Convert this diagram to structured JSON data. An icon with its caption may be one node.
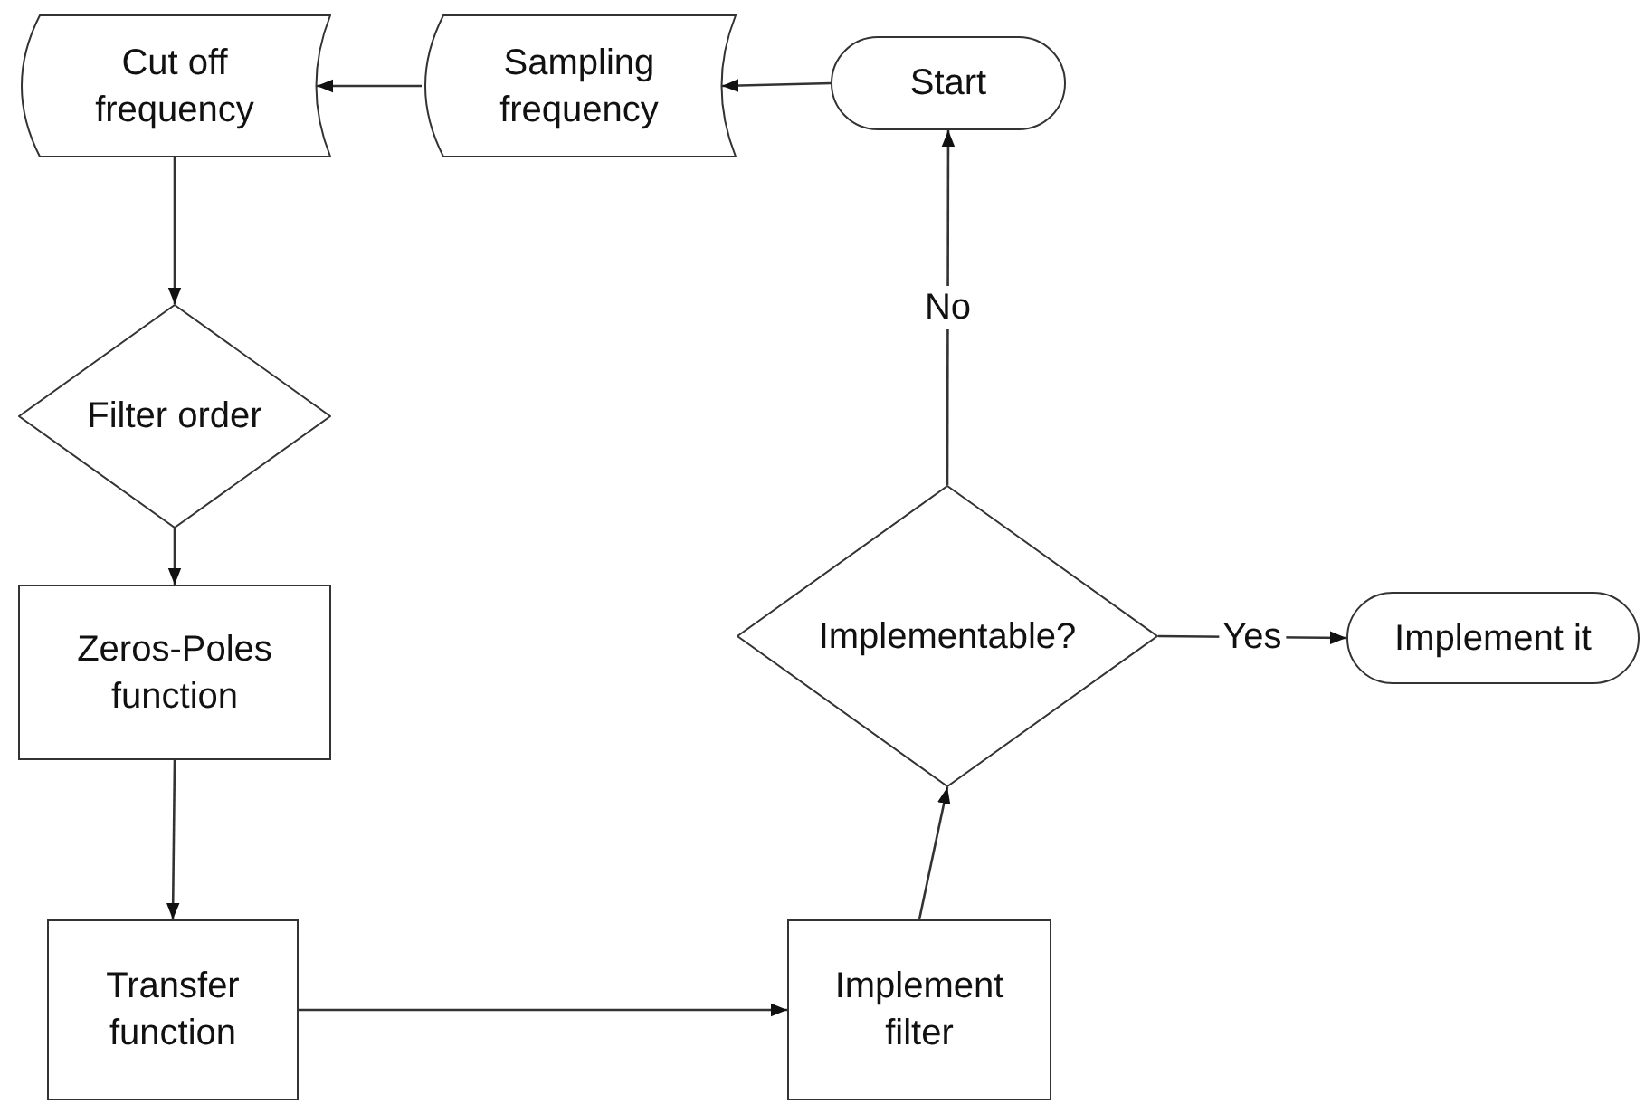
{
  "diagram": {
    "nodes": [
      {
        "text": [
          "Start"
        ]
      },
      {
        "text": [
          "Sampling frequency"
        ]
      },
      {
        "text": [
          "Cut off frequency"
        ]
      },
      {
        "text": [
          "Filter order"
        ]
      },
      {
        "text": [
          "Zeros-Poles function"
        ]
      },
      {
        "text": [
          "Transfer function"
        ]
      },
      {
        "text": [
          "Implement filter"
        ]
      },
      {
        "text": [
          "Implementable?"
        ]
      },
      {
        "text": [
          "Implement it"
        ]
      }
    ],
    "edges": [
      {
        "from": 0,
        "to": 1,
        "arrow": "to"
      },
      {
        "from": 1,
        "to": 2,
        "arrow": "to"
      },
      {
        "from": 2,
        "to": 3,
        "arrow": "to"
      },
      {
        "from": 3,
        "to": 4,
        "arrow": "to"
      },
      {
        "from": 4,
        "to": 5,
        "arrow": "to"
      },
      {
        "from": 5,
        "to": 6,
        "arrow": "to"
      },
      {
        "from": 6,
        "to": 7,
        "arrow": "to"
      },
      {
        "from": 7,
        "to": 0,
        "label": "No",
        "arrow": "to"
      },
      {
        "from": 7,
        "to": 8,
        "label": "Yes",
        "arrow": "to"
      }
    ]
  }
}
